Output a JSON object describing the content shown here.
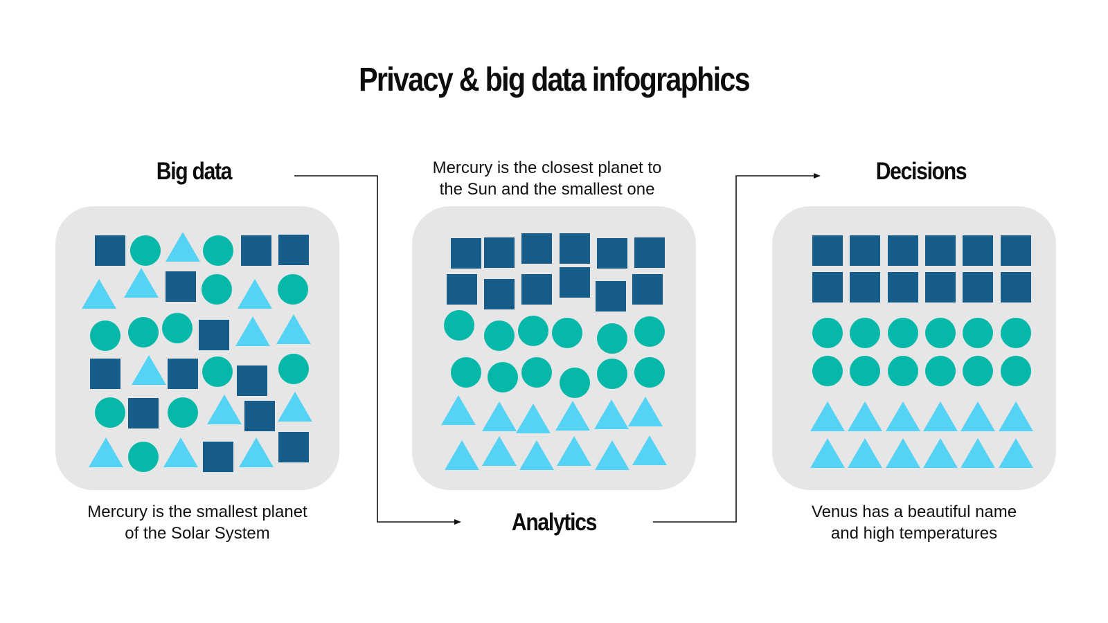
{
  "title": "Privacy & big data infographics",
  "colors": {
    "square": "#175d8a",
    "circle": "#05b8aa",
    "triangle": "#55d3f4",
    "panel": "#e6e6e6",
    "text": "#111111"
  },
  "steps": [
    {
      "heading": "Big data",
      "description": "Mercury is the smallest planet of the Solar System",
      "description_lines": [
        "Mercury is the smallest planet",
        "of the Solar System"
      ],
      "arrangement": "scattered"
    },
    {
      "heading": "Analytics",
      "description": "Mercury is the closest planet to the Sun and the smallest one",
      "description_lines": [
        "Mercury is the closest planet to",
        "the Sun and the smallest one"
      ],
      "arrangement": "roughly sorted"
    },
    {
      "heading": "Decisions",
      "description": "Venus has a beautiful name and high temperatures",
      "description_lines": [
        "Venus has a beautiful name",
        "and high temperatures"
      ],
      "arrangement": "sorted grid"
    }
  ],
  "shape_counts": {
    "squares": 12,
    "circles": 12,
    "triangles": 12
  }
}
